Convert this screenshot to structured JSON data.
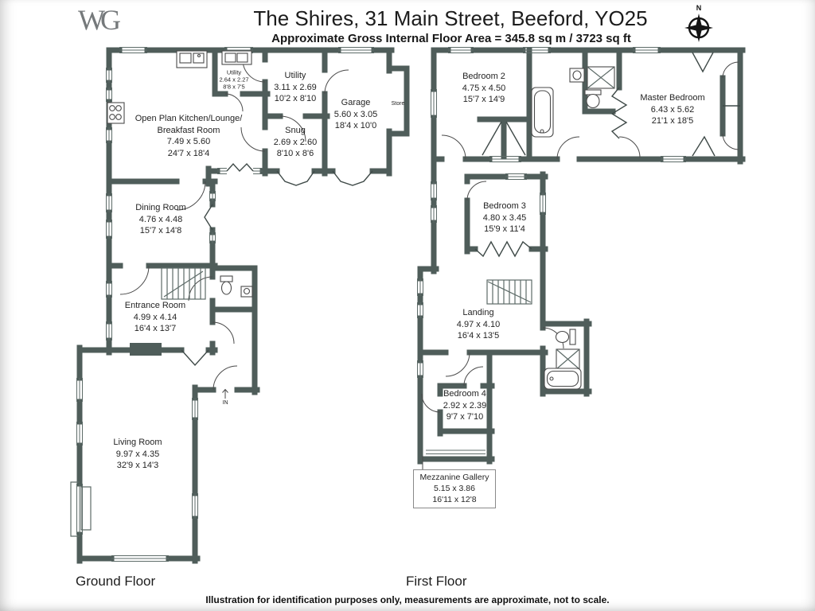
{
  "header": {
    "logo_text": "WG",
    "title": "The Shires, 31 Main Street, Beeford, YO25",
    "subtitle": "Approximate Gross Internal Floor Area  = 345.8 sq m  / 3723 sq ft",
    "compass_north": "N"
  },
  "colors": {
    "wall": "#4f5d5a",
    "accent_line": "#5d6b68"
  },
  "ground_floor": {
    "label": "Ground Floor",
    "rooms": [
      {
        "name": "Open Plan Kitchen/Lounge/",
        "name2": "Breakfast Room",
        "metric": "7.49 x 5.60",
        "imperial": "24'7 x 18'4"
      },
      {
        "name": "Utility",
        "metric": "2.64 x 2.27",
        "imperial": "8'8 x 7'5"
      },
      {
        "name": "Utility",
        "metric": "3.11 x 2.69",
        "imperial": "10'2 x 8'10"
      },
      {
        "name": "Garage",
        "metric": "5.60 x 3.05",
        "imperial": "18'4 x 10'0"
      },
      {
        "name": "Store"
      },
      {
        "name": "Snug",
        "metric": "2.69 x 2.60",
        "imperial": "8'10 x 8'6"
      },
      {
        "name": "Dining Room",
        "metric": "4.76 x 4.48",
        "imperial": "15'7 x 14'8"
      },
      {
        "name": "Entrance Room",
        "metric": "4.99 x 4.14",
        "imperial": "16'4 x 13'7"
      },
      {
        "name": "Living Room",
        "metric": "9.97 x 4.35",
        "imperial": "32'9 x 14'3"
      },
      {
        "name": "IN"
      }
    ]
  },
  "first_floor": {
    "label": "First Floor",
    "rooms": [
      {
        "name": "Bedroom 2",
        "metric": "4.75 x 4.50",
        "imperial": "15'7 x 14'9"
      },
      {
        "name": "Master Bedroom",
        "metric": "6.43 x 5.62",
        "imperial": "21'1 x 18'5"
      },
      {
        "name": "Bedroom 3",
        "metric": "4.80 x 3.45",
        "imperial": "15'9 x 11'4"
      },
      {
        "name": "Landing",
        "metric": "4.97 x 4.10",
        "imperial": "16'4 x 13'5"
      },
      {
        "name": "Bedroom 4",
        "metric": "2.92 x 2.39",
        "imperial": "9'7 x 7'10"
      },
      {
        "name": "Mezzanine Gallery",
        "metric": "5.15 x 3.86",
        "imperial": "16'11 x 12'8"
      }
    ]
  },
  "footer": {
    "disclaimer": "Illustration for identification purposes only, measurements are approximate, not to scale."
  }
}
